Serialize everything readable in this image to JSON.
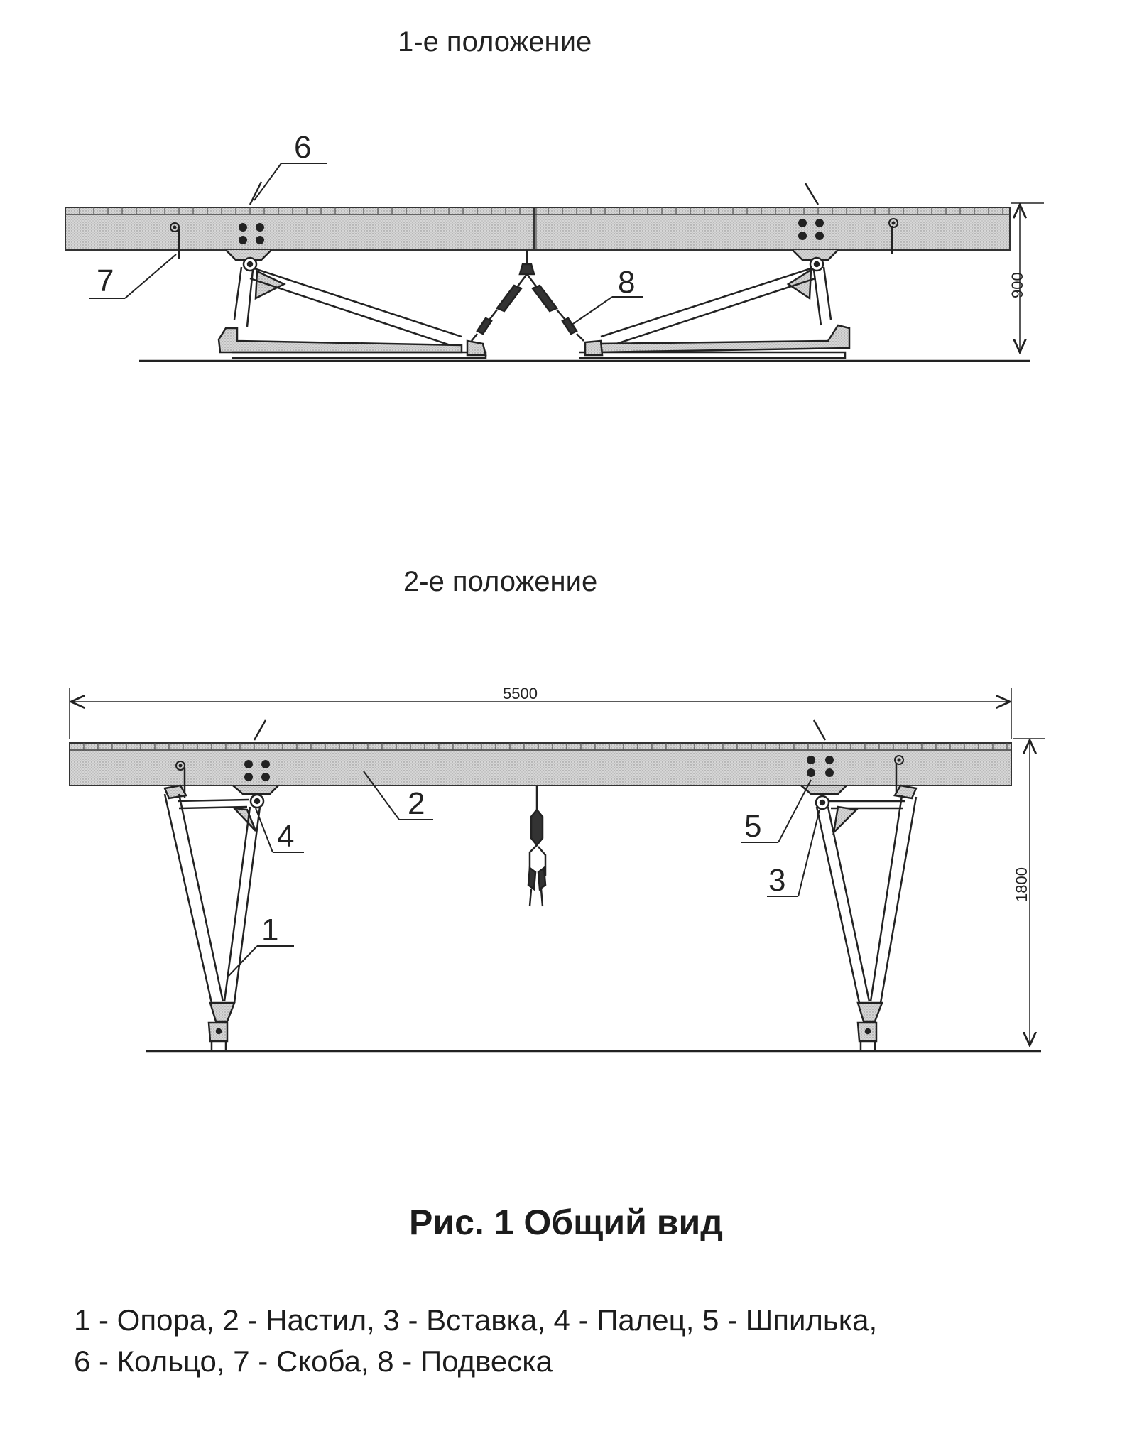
{
  "figure": {
    "title": "Рис. 1 Общий вид",
    "legend_line1": "1 -  Опора, 2 - Настил, 3 - Вставка, 4 - Палец, 5 - Шпилька,",
    "legend_line2": "6 - Кольцо, 7 - Скоба, 8 - Подвеска"
  },
  "position1": {
    "title": "1-е положение",
    "height_dim": "900",
    "callouts": {
      "c6": "6",
      "c7": "7",
      "c8": "8"
    }
  },
  "position2": {
    "title": "2-е положение",
    "length_dim": "5500",
    "height_dim": "1800",
    "callouts": {
      "c1": "1",
      "c2": "2",
      "c3": "3",
      "c4": "4",
      "c5": "5"
    }
  }
}
